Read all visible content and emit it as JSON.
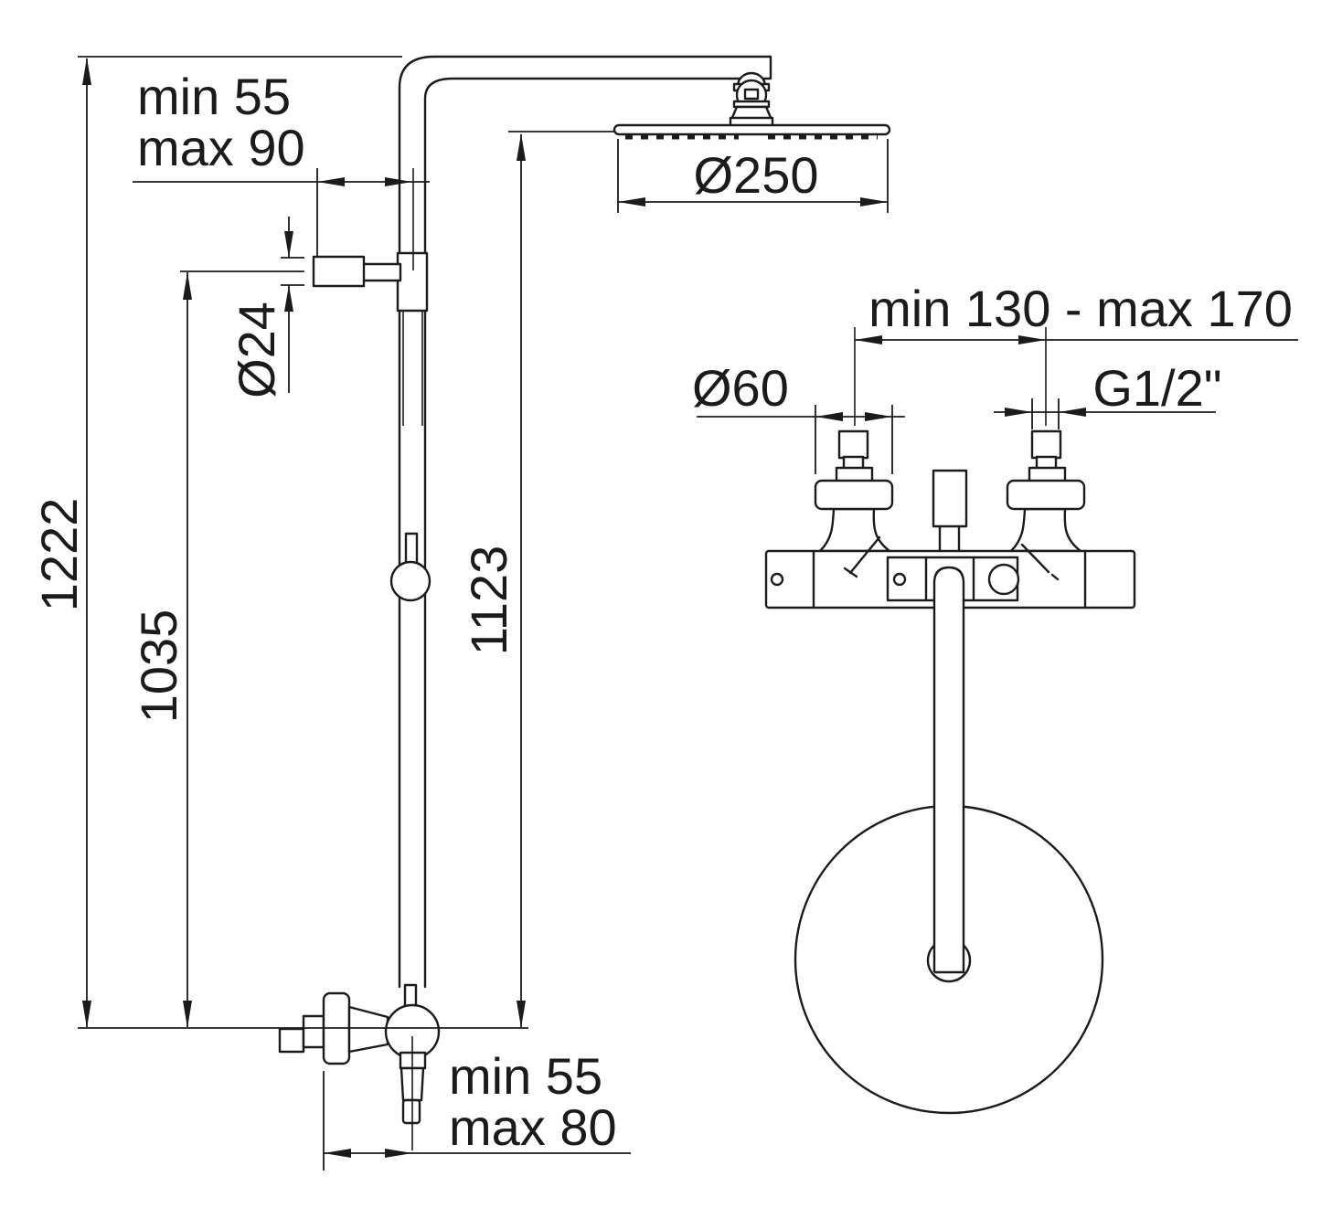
{
  "drawing": {
    "side_view": {
      "height_total": "1222",
      "height_to_bracket": "1035",
      "height_to_head": "1123",
      "wall_distance_top_line1": "min 55",
      "wall_distance_top_line2": "max 90",
      "bracket_diameter": "Ø24",
      "head_diameter": "Ø250",
      "wall_distance_bottom_line1": "min 55",
      "wall_distance_bottom_line2": "max 80"
    },
    "front_view": {
      "inlet_spacing": "min 130 - max 170",
      "flange_diameter": "Ø60",
      "thread_size": "G1/2\""
    },
    "colors": {
      "line": "#1b1b1b",
      "background": "#ffffff"
    }
  }
}
